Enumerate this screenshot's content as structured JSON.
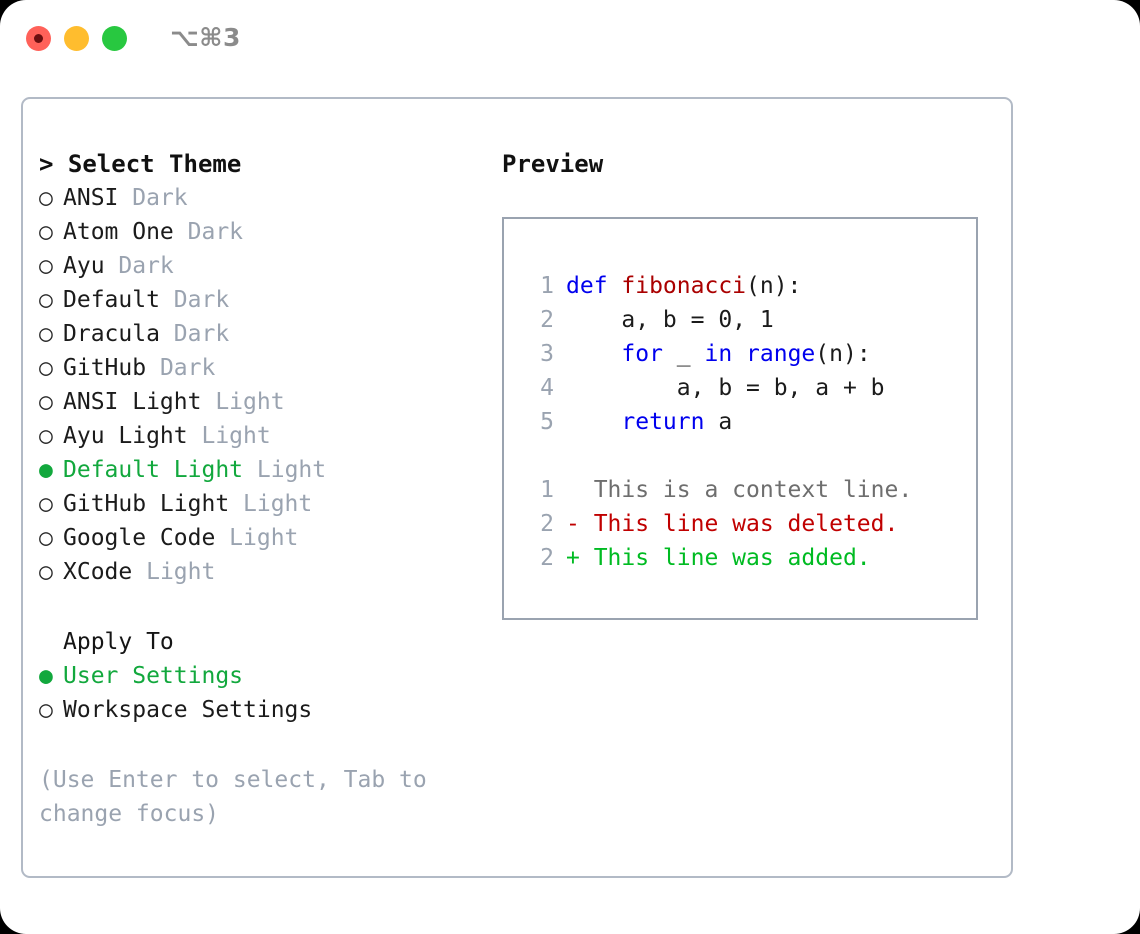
{
  "window": {
    "shortcut_label": "⌥⌘3",
    "traffic_lights": [
      {
        "name": "close",
        "color": "#ff6159"
      },
      {
        "name": "minimize",
        "color": "#ffbd2e"
      },
      {
        "name": "zoom",
        "color": "#28c840"
      }
    ]
  },
  "theme_picker": {
    "heading": "> Select Theme",
    "bullet_selected": "●",
    "bullet_unselected": "○",
    "accent_color": "#12a83d",
    "muted_color": "#9aa3b0",
    "options": [
      {
        "name": "ANSI",
        "tag": "Dark",
        "selected": false
      },
      {
        "name": "Atom One",
        "tag": "Dark",
        "selected": false
      },
      {
        "name": "Ayu",
        "tag": "Dark",
        "selected": false
      },
      {
        "name": "Default",
        "tag": "Dark",
        "selected": false
      },
      {
        "name": "Dracula",
        "tag": "Dark",
        "selected": false
      },
      {
        "name": "GitHub",
        "tag": "Dark",
        "selected": false
      },
      {
        "name": "ANSI Light",
        "tag": "Light",
        "selected": false
      },
      {
        "name": "Ayu Light",
        "tag": "Light",
        "selected": false
      },
      {
        "name": "Default Light",
        "tag": "Light",
        "selected": true
      },
      {
        "name": "GitHub Light",
        "tag": "Light",
        "selected": false
      },
      {
        "name": "Google Code",
        "tag": "Light",
        "selected": false
      },
      {
        "name": "XCode",
        "tag": "Light",
        "selected": false
      }
    ]
  },
  "apply_to": {
    "heading": "Apply To",
    "options": [
      {
        "name": "User Settings",
        "selected": true
      },
      {
        "name": "Workspace Settings",
        "selected": false
      }
    ]
  },
  "hint": "(Use Enter to select, Tab to change focus)",
  "preview": {
    "title": "Preview",
    "code_lines": [
      {
        "number": "1",
        "tokens": [
          {
            "text": "def ",
            "style": "kw"
          },
          {
            "text": "fibonacci",
            "style": "fn"
          },
          {
            "text": "(n):",
            "style": "plain"
          }
        ]
      },
      {
        "number": "2",
        "tokens": [
          {
            "text": "    a, b = 0, 1",
            "style": "plain"
          }
        ]
      },
      {
        "number": "3",
        "tokens": [
          {
            "text": "    ",
            "style": "plain"
          },
          {
            "text": "for",
            "style": "kw"
          },
          {
            "text": " _ ",
            "style": "plain"
          },
          {
            "text": "in",
            "style": "kw"
          },
          {
            "text": " ",
            "style": "plain"
          },
          {
            "text": "range",
            "style": "kw"
          },
          {
            "text": "(n):",
            "style": "plain"
          }
        ]
      },
      {
        "number": "4",
        "tokens": [
          {
            "text": "        a, b = b, a + b",
            "style": "plain"
          }
        ]
      },
      {
        "number": "5",
        "tokens": [
          {
            "text": "    ",
            "style": "plain"
          },
          {
            "text": "return",
            "style": "kw"
          },
          {
            "text": " a",
            "style": "plain"
          }
        ]
      }
    ],
    "diff_lines": [
      {
        "number": "1",
        "marker": "  ",
        "text": "This is a context line.",
        "style": "diff-ctx"
      },
      {
        "number": "2",
        "marker": "- ",
        "text": "This line was deleted.",
        "style": "diff-del"
      },
      {
        "number": "2",
        "marker": "+ ",
        "text": "This line was added.",
        "style": "diff-add"
      }
    ]
  }
}
